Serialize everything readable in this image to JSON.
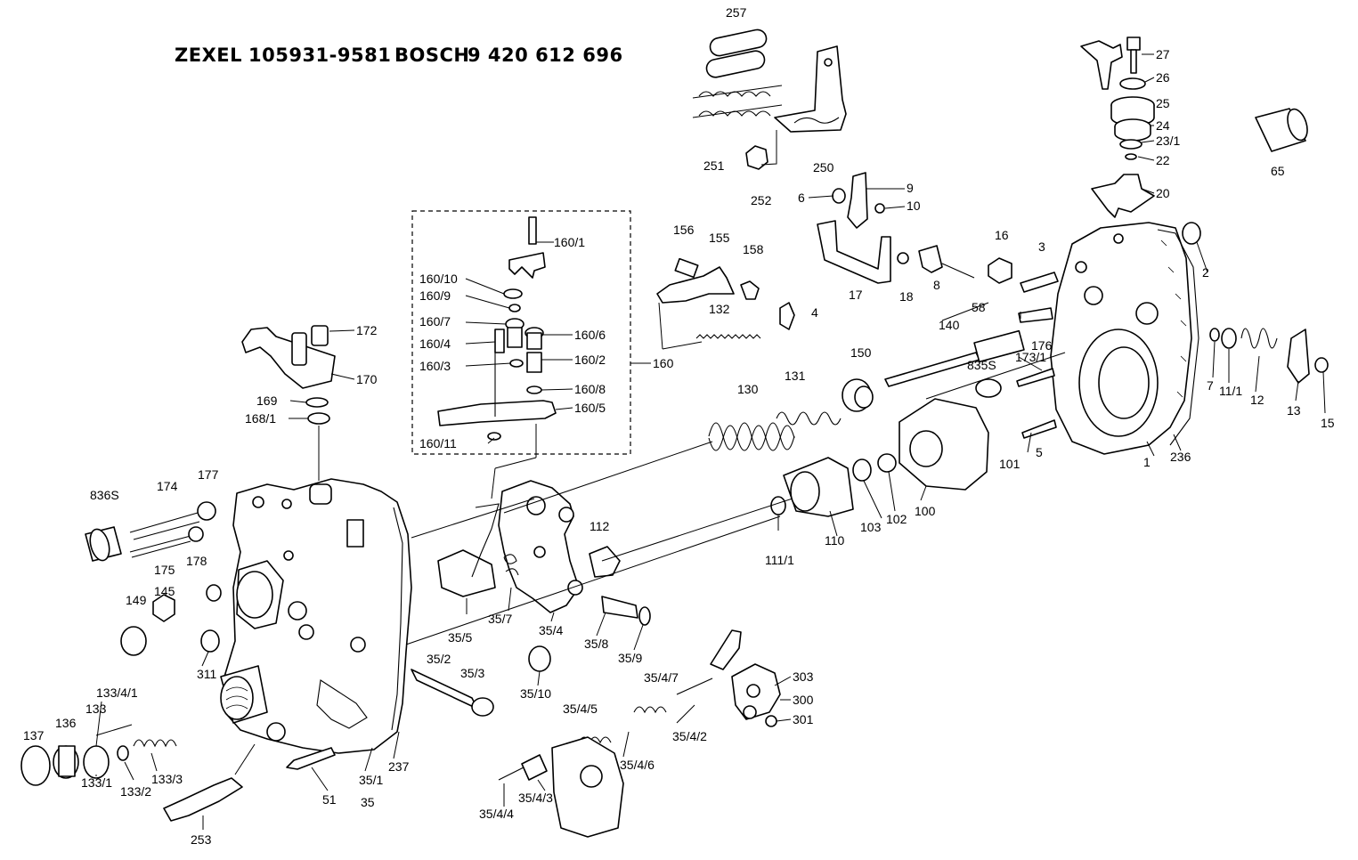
{
  "header": {
    "brand1": "ZEXEL",
    "number1": "105931-9581",
    "brand2": "BOSCH",
    "number2": "9 420 612 696"
  },
  "colors": {
    "ink": "#000000",
    "paper": "#ffffff"
  },
  "callouts": [
    "257",
    "27",
    "26",
    "25",
    "24",
    "23/1",
    "22",
    "20",
    "65",
    "251",
    "252",
    "250",
    "9",
    "6",
    "10",
    "156",
    "155",
    "158",
    "132",
    "4",
    "17",
    "18",
    "8",
    "16",
    "3",
    "2",
    "58",
    "140",
    "176",
    "173/1",
    "835S",
    "7",
    "11/1",
    "12",
    "13",
    "15",
    "160/1",
    "160/10",
    "160/9",
    "160/7",
    "160/6",
    "160/4",
    "160/2",
    "160/3",
    "160/8",
    "160/5",
    "160/11",
    "160",
    "172",
    "170",
    "169",
    "168/1",
    "131",
    "150",
    "130",
    "101",
    "5",
    "1",
    "236",
    "836S",
    "174",
    "177",
    "178",
    "175",
    "149",
    "145",
    "311",
    "112",
    "35/7",
    "35/5",
    "35/4",
    "35/8",
    "35/9",
    "110",
    "111/1",
    "103",
    "102",
    "100",
    "35/10",
    "35/2",
    "35/3",
    "303",
    "300",
    "301",
    "35/4/7",
    "35/4/5",
    "35/4/2",
    "35/4/6",
    "35/4/3",
    "35/4/4",
    "133/4/1",
    "133",
    "136",
    "137",
    "133/2",
    "133/3",
    "133/1",
    "253",
    "51",
    "35/1",
    "35",
    "237"
  ]
}
